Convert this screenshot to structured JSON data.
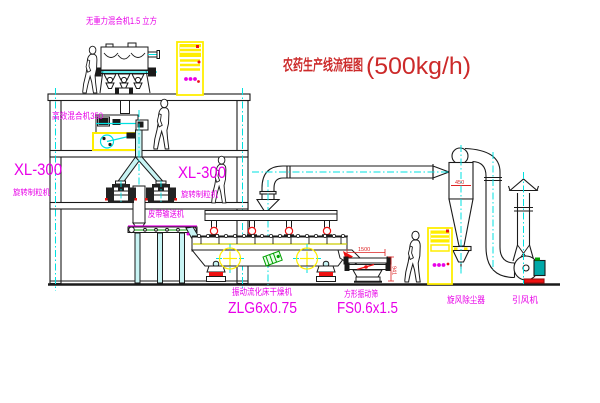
{
  "title": {
    "name_cn": "农药生产线流程图",
    "capacity": "(500kg/h)"
  },
  "equipment": {
    "top_mixer": {
      "label": "无重力混合机1.5 立方"
    },
    "mixer2": {
      "label": "高效混合机350"
    },
    "granulator_left": {
      "model": "XL-300",
      "name": "旋转制粒机"
    },
    "granulator_right": {
      "model": "XL-300",
      "name": "旋转制粒机"
    },
    "belt_conveyor": {
      "name": "皮带输送机"
    },
    "dryer": {
      "name": "振动流化床干燥机",
      "model": "ZLG6x0.75"
    },
    "sieve": {
      "name": "方形振动筛",
      "model": "FS0.6x1.5"
    },
    "cyclone": {
      "name": "旋风除尘器"
    },
    "fan": {
      "name": "引风机"
    }
  },
  "dimensions": {
    "sieve_width": "1500",
    "sieve_height": "941",
    "cyclone_dia": "450"
  },
  "colors": {
    "line": "#1a1a1a",
    "centerline": "#00e0e0",
    "label": "#e800e8",
    "title": "#cc2a2a",
    "highlight": "#ffee00",
    "accent_red": "#ee1111",
    "accent_green": "#00a000",
    "motor_teal": "#00a8a8"
  }
}
